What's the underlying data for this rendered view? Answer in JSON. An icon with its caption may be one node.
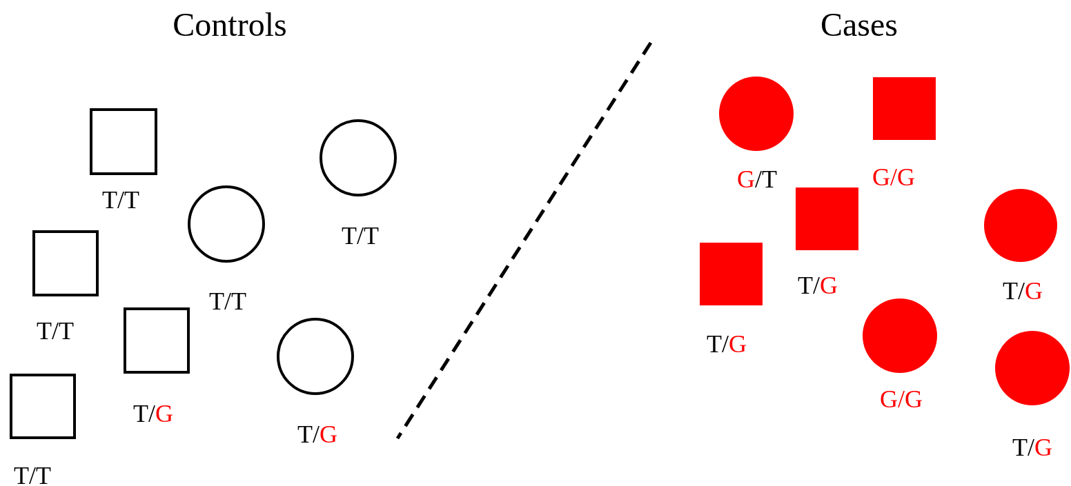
{
  "diagram": {
    "nodes": [
      {
        "text": [],
        "shape": "box",
        "beside": [
          "T/T"
        ]
      },
      {
        "text": [],
        "shape": "circle",
        "beside": [
          "T/T"
        ]
      },
      {
        "text": [],
        "shape": "circle",
        "beside": [
          "T/T"
        ]
      },
      {
        "text": [],
        "shape": "box",
        "beside": [
          "T/T"
        ]
      },
      {
        "text": [],
        "shape": "box",
        "beside": [
          "T/G"
        ]
      },
      {
        "text": [],
        "shape": "circle",
        "beside": [
          "T/G"
        ]
      },
      {
        "text": [],
        "shape": "box",
        "beside": [
          "T/T"
        ]
      },
      {
        "text": [],
        "shape": "circle",
        "beside": [
          "G/T"
        ]
      },
      {
        "text": [],
        "shape": "box",
        "beside": [
          "G/G"
        ]
      },
      {
        "text": [],
        "shape": "box",
        "beside": [
          "T/G"
        ]
      },
      {
        "text": [],
        "shape": "circle",
        "beside": [
          "T/G"
        ]
      },
      {
        "text": [],
        "shape": "box",
        "beside": [
          "T/G"
        ]
      },
      {
        "text": [],
        "shape": "circle",
        "beside": [
          "G/G"
        ]
      },
      {
        "text": [],
        "shape": "circle",
        "beside": [
          "T/G"
        ]
      }
    ],
    "edges": [],
    "labels": [
      "Controls",
      "Cases"
    ]
  }
}
